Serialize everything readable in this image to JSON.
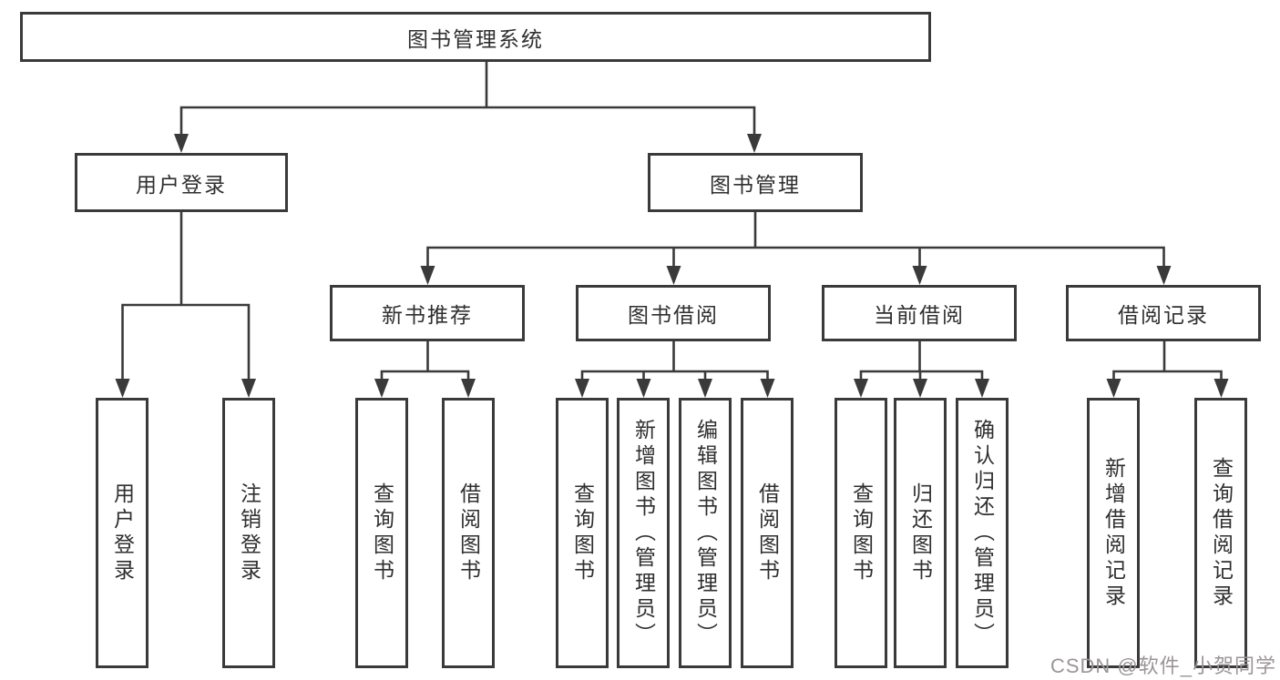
{
  "diagram": {
    "root": {
      "label": "图书管理系统"
    },
    "level2": [
      {
        "label": "用户登录"
      },
      {
        "label": "图书管理"
      }
    ],
    "level3": [
      {
        "label": "新书推荐"
      },
      {
        "label": "图书借阅"
      },
      {
        "label": "当前借阅"
      },
      {
        "label": "借阅记录"
      }
    ],
    "leaves": {
      "user_login": [
        {
          "label": "用户登录"
        },
        {
          "label": "注销登录"
        }
      ],
      "new_books": [
        {
          "label": "查询图书"
        },
        {
          "label": "借阅图书"
        }
      ],
      "book_borrow": [
        {
          "label": "查询图书"
        },
        {
          "label": "新增图书（管理员）"
        },
        {
          "label": "编辑图书（管理员）"
        },
        {
          "label": "借阅图书"
        }
      ],
      "current_borrow": [
        {
          "label": "查询图书"
        },
        {
          "label": "归还图书"
        },
        {
          "label": "确认归还（管理员）"
        }
      ],
      "records": [
        {
          "label": "新增借阅记录"
        },
        {
          "label": "查询借阅记录"
        }
      ]
    },
    "colors": {
      "line": "#3a3a3a",
      "box_border": "#3a3a3a",
      "box_fill": "#ffffff",
      "text": "#2f2f2f",
      "watermark": "#9b9598"
    },
    "watermark": {
      "text": "CSDN @软件_小贺同学"
    }
  }
}
